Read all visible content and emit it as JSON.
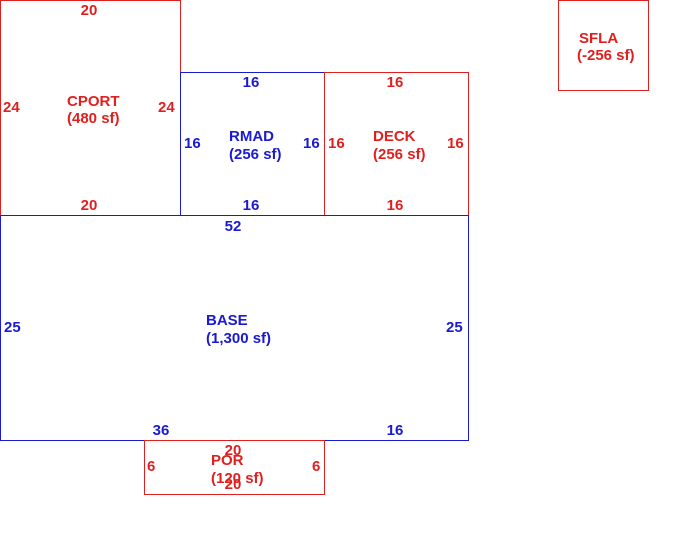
{
  "colors": {
    "red": "#e0201f",
    "blue": "#1a1ad0"
  },
  "areas": {
    "cport": {
      "name": "CPORT",
      "area": "(480 sf)",
      "dims": {
        "top": "20",
        "bottom": "20",
        "left": "24",
        "right": "24"
      }
    },
    "rmad": {
      "name": "RMAD",
      "area": "(256 sf)",
      "dims": {
        "top": "16",
        "bottom": "16",
        "left": "16",
        "right": "16"
      }
    },
    "deck": {
      "name": "DECK",
      "area": "(256 sf)",
      "dims": {
        "top": "16",
        "bottom": "16",
        "left": "16",
        "right": "16"
      }
    },
    "base": {
      "name": "BASE",
      "area": "(1,300 sf)",
      "dims": {
        "top": "52",
        "bottom_left": "36",
        "bottom_right": "16",
        "left": "25",
        "right": "25"
      }
    },
    "por": {
      "name": "POR",
      "area": "(120 sf)",
      "dims": {
        "top": "20",
        "bottom": "20",
        "left": "6",
        "right": "6"
      }
    },
    "sfla": {
      "name": "SFLA",
      "area": "(-256 sf)"
    }
  }
}
